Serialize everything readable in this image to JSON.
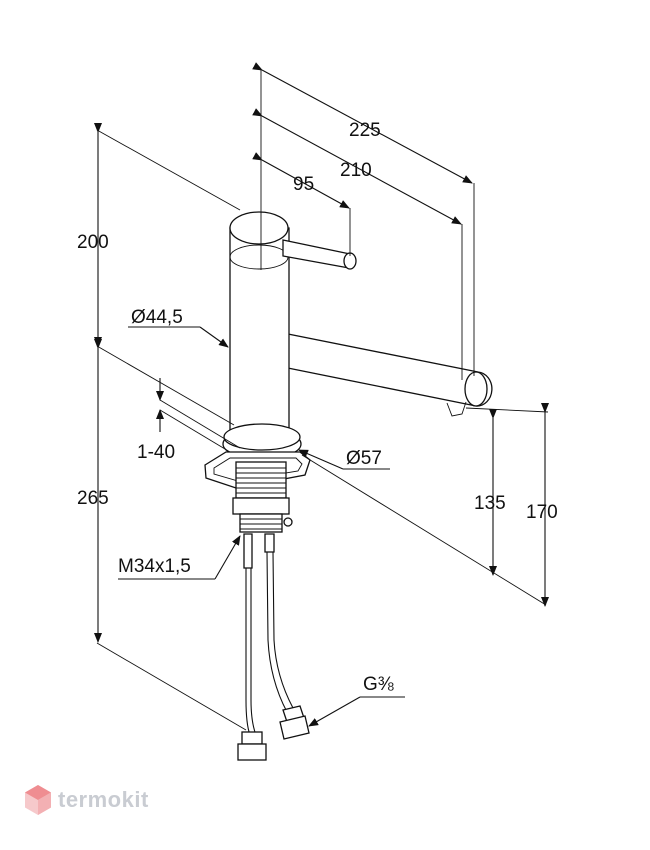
{
  "dimensions": {
    "d225": "225",
    "d210": "210",
    "d95": "95",
    "d200": "200",
    "d44": "Ø44,5",
    "d140": "1-40",
    "d57": "Ø57",
    "d265": "265",
    "d135": "135",
    "d170": "170",
    "m34": "M34x1,5",
    "g38": "G⅜"
  },
  "watermark": {
    "text": "termokit"
  },
  "colors": {
    "line": "#111111",
    "watermark": "#c9ccd2",
    "watermark_accent": "#e8474c"
  }
}
